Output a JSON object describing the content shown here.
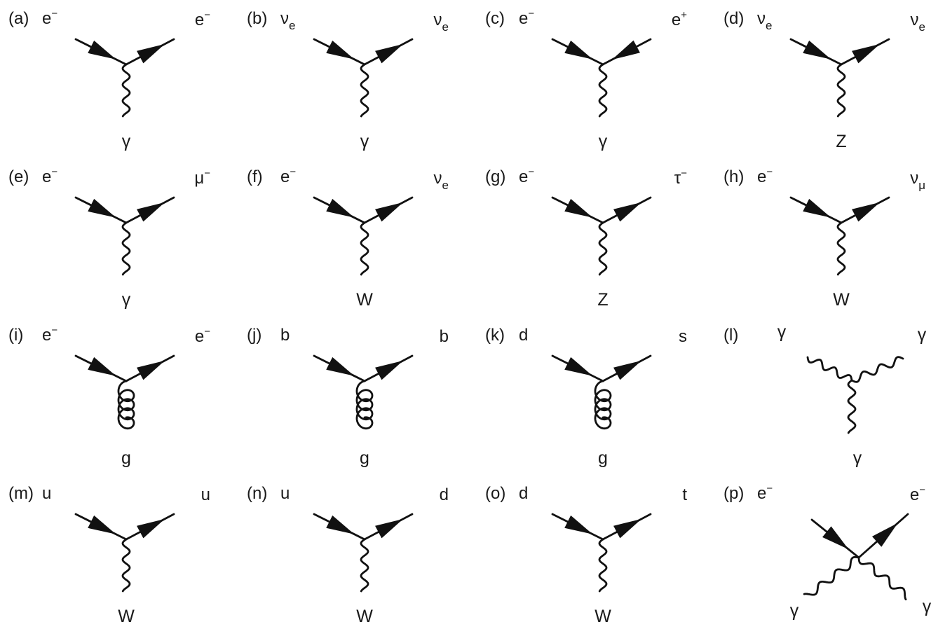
{
  "diagrams": [
    {
      "tag": "(a)",
      "type": "ff",
      "top_left": "e",
      "top_left_sup": "−",
      "top_right": "e",
      "top_right_sup": "−",
      "bottom": "γ",
      "boson": "wavy"
    },
    {
      "tag": "(b)",
      "type": "ff",
      "top_left": "ν",
      "top_left_sub": "e",
      "top_right": "ν",
      "top_right_sub": "e",
      "bottom": "γ",
      "boson": "wavy"
    },
    {
      "tag": "(c)",
      "type": "ff",
      "top_left": "e",
      "top_left_sup": "−",
      "top_right": "e",
      "top_right_sup": "+",
      "bottom": "γ",
      "boson": "wavy",
      "right_arrow_inward": true
    },
    {
      "tag": "(d)",
      "type": "ff",
      "top_left": "ν",
      "top_left_sub": "e",
      "top_right": "ν",
      "top_right_sub": "e",
      "bottom": "Z",
      "boson": "wavy"
    },
    {
      "tag": "(e)",
      "type": "ff",
      "top_left": "e",
      "top_left_sup": "−",
      "top_right": "μ",
      "top_right_sup": "−",
      "bottom": "γ",
      "boson": "wavy"
    },
    {
      "tag": "(f)",
      "type": "ff",
      "top_left": "e",
      "top_left_sup": "−",
      "top_right": "ν",
      "top_right_sub": "e",
      "bottom": "W",
      "boson": "wavy"
    },
    {
      "tag": "(g)",
      "type": "ff",
      "top_left": "e",
      "top_left_sup": "−",
      "top_right": "τ",
      "top_right_sup": "−",
      "bottom": "Z",
      "boson": "wavy"
    },
    {
      "tag": "(h)",
      "type": "ff",
      "top_left": "e",
      "top_left_sup": "−",
      "top_right": "ν",
      "top_right_sub": "μ",
      "bottom": "W",
      "boson": "wavy"
    },
    {
      "tag": "(i)",
      "type": "ff",
      "top_left": "e",
      "top_left_sup": "−",
      "top_right": "e",
      "top_right_sup": "−",
      "bottom": "g",
      "boson": "curly"
    },
    {
      "tag": "(j)",
      "type": "ff",
      "top_left": "b",
      "top_right": "b",
      "bottom": "g",
      "boson": "curly"
    },
    {
      "tag": "(k)",
      "type": "ff",
      "top_left": "d",
      "top_right": "s",
      "bottom": "g",
      "boson": "curly"
    },
    {
      "tag": "(l)",
      "type": "three",
      "top_left": "γ",
      "top_right": "γ",
      "bottom": "γ",
      "boson": "wavy"
    },
    {
      "tag": "(m)",
      "type": "ff",
      "top_left": "u",
      "top_right": "u",
      "bottom": "W",
      "boson": "wavy"
    },
    {
      "tag": "(n)",
      "type": "ff",
      "top_left": "u",
      "top_right": "d",
      "bottom": "W",
      "boson": "wavy"
    },
    {
      "tag": "(o)",
      "type": "ff",
      "top_left": "d",
      "top_right": "t",
      "bottom": "W",
      "boson": "wavy"
    },
    {
      "tag": "(p)",
      "type": "four",
      "top_left": "e",
      "top_left_sup": "−",
      "top_right": "e",
      "top_right_sup": "−",
      "bottom_left": "γ",
      "bottom_right": "γ",
      "boson": "wavy"
    }
  ]
}
